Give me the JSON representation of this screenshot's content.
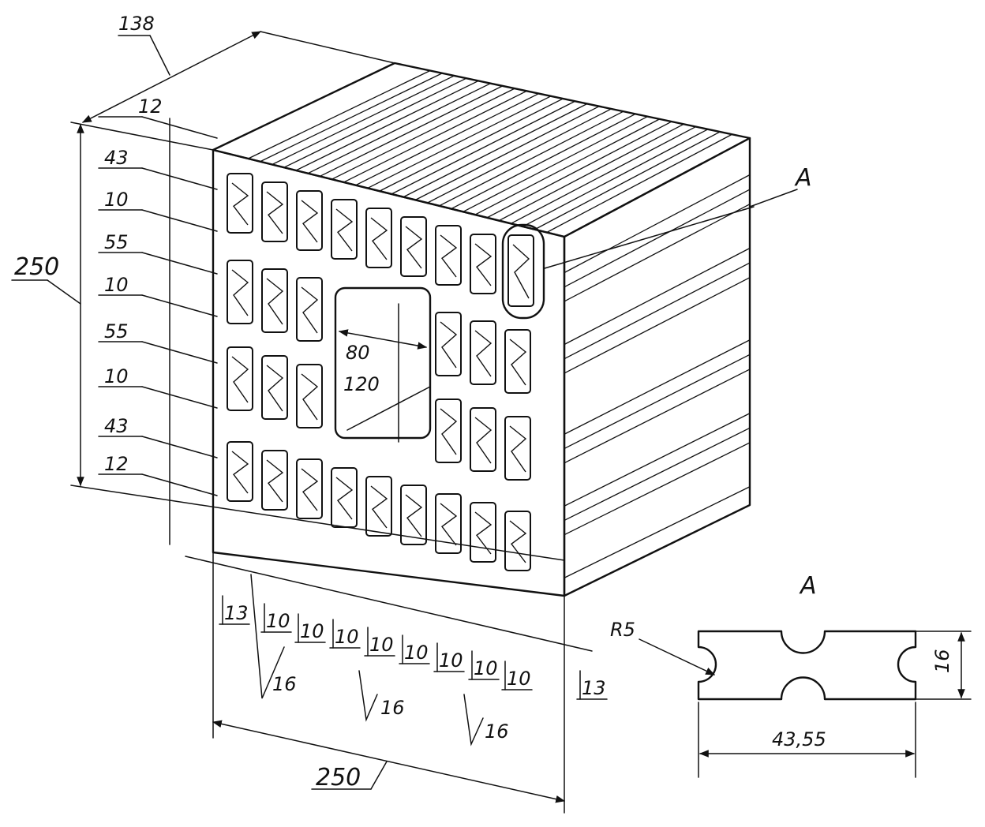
{
  "drawing": {
    "depth_label": "138",
    "height_label": "250",
    "width_label": "250",
    "left_dims": [
      "12",
      "43",
      "10",
      "55",
      "10",
      "55",
      "10",
      "43",
      "12"
    ],
    "bottom_dims": [
      "13",
      "10",
      "10",
      "10",
      "10",
      "10",
      "10",
      "10",
      "10",
      "13"
    ],
    "roughness": [
      "16",
      "16",
      "16"
    ],
    "hole_dims": [
      "80",
      "120"
    ],
    "view_marker": "A"
  },
  "detail": {
    "title": "A",
    "radius_label": "R5",
    "height_label": "16",
    "length_label": "43,55"
  }
}
